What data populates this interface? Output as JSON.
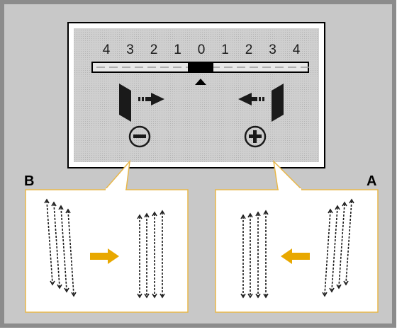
{
  "scale": {
    "ticks": [
      "4",
      "3",
      "2",
      "1",
      "0",
      "1",
      "2",
      "3",
      "4"
    ],
    "indicator_value": 0
  },
  "buttons": {
    "minus": {
      "icon": "minus-circle-icon",
      "symbol": "−"
    },
    "plus": {
      "icon": "plus-circle-icon",
      "symbol": "+"
    }
  },
  "callouts": {
    "left_label": "B",
    "right_label": "A"
  },
  "colors": {
    "frame_border": "#8c8c8c",
    "lcd_background": "#c9c9c9",
    "callout_border": "#e8b74a",
    "arrow_accent": "#e8a800",
    "ink": "#1a1a1a"
  }
}
